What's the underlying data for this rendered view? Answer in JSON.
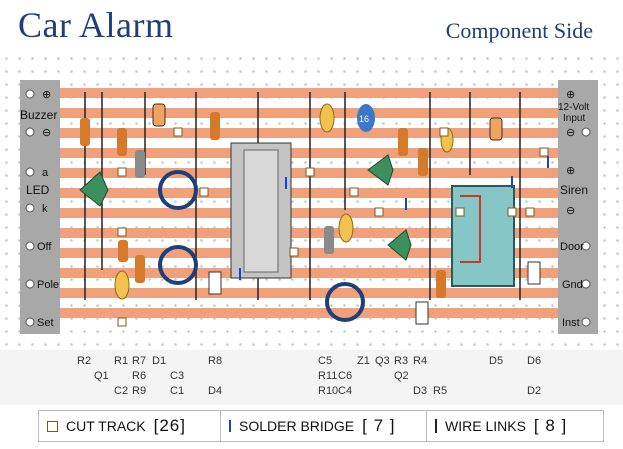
{
  "title": "Car Alarm",
  "subtitle": "Component Side",
  "colors": {
    "track": "#f0a07a",
    "terminal": "#a8a8a8",
    "resistor": "#d47a2a",
    "led_blue": "#3a78c9",
    "ic_body": "#c4c4c4",
    "heading": "#1d3f7a"
  },
  "left_terminals": [
    "⊕",
    "⊖",
    "Buzzer",
    "a",
    "LED",
    "k",
    "Off",
    "Pole",
    "Set"
  ],
  "right_terminals": [
    "⊕",
    "⊖",
    "12-Volt",
    "Input",
    "⊕",
    "Siren",
    "⊖",
    "Door",
    "Gnd",
    "Inst"
  ],
  "tiny_labels": [
    "16"
  ],
  "component_labels": [
    [
      "R2"
    ],
    [
      "Q1"
    ],
    [
      "R1",
      "C2"
    ],
    [
      "R7",
      "R6",
      "R9"
    ],
    [
      "D1"
    ],
    [
      "C3",
      "C1"
    ],
    [
      "R8",
      "D4"
    ],
    [
      "C5",
      "R11",
      "R10"
    ],
    [
      "C6",
      "C4"
    ],
    [
      "Z1"
    ],
    [
      "Q3"
    ],
    [
      "R3",
      "Q2"
    ],
    [
      "R4",
      "D3"
    ],
    [
      "R5"
    ],
    [
      "D5"
    ],
    [
      "D6",
      "D2"
    ]
  ],
  "legend": {
    "cut_label": "CUT TRACK",
    "cut_count": "[26]",
    "bridge_label": "SOLDER BRIDGE",
    "bridge_count": "[ 7 ]",
    "links_label": "WIRE LINKS",
    "links_count": "[ 8 ]"
  }
}
